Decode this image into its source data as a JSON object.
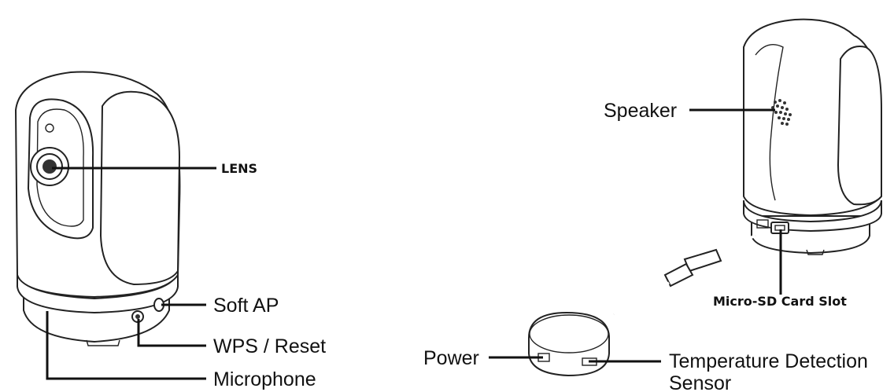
{
  "front_view": {
    "labels": {
      "lens": "LENS",
      "soft_ap": "Soft AP",
      "wps_reset": "WPS / Reset",
      "microphone": "Microphone"
    }
  },
  "back_view": {
    "labels": {
      "speaker": "Speaker",
      "micro_sd": "Micro-SD Card Slot",
      "power": "Power",
      "temperature_line1": "Temperature Detection",
      "temperature_line2": "Sensor"
    }
  }
}
